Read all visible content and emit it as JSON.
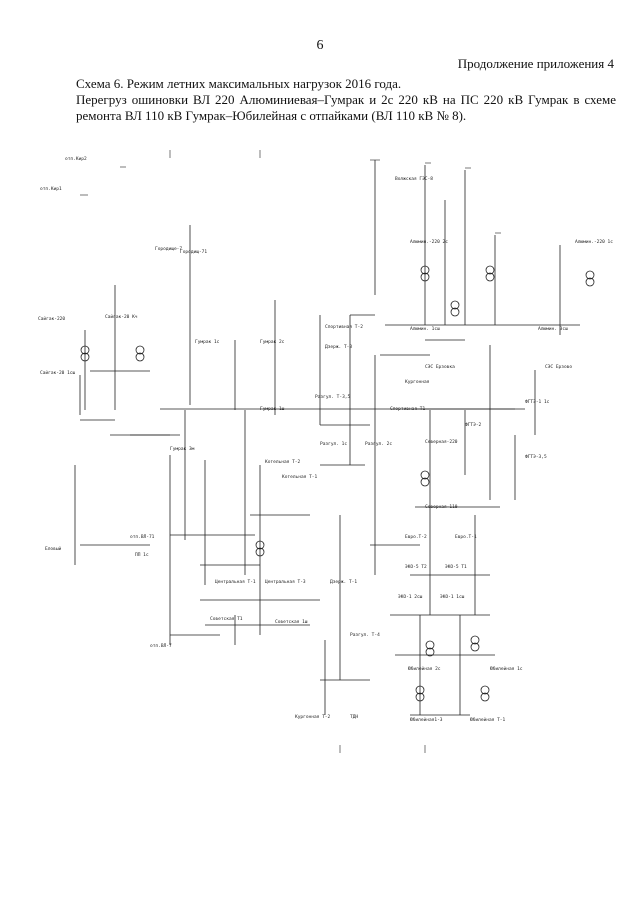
{
  "page": {
    "number": "6",
    "appendix": "Продолжение приложения 4"
  },
  "title": {
    "line1": "Схема 6.  Режим летних максимальных нагрузок 2016 года.",
    "line2": "Перегруз ошиновки ВЛ 220 Алюминиевая–Гумрак и 2с 220 кВ на ПС 220 кВ Гумрак в схеме",
    "line3": "ремонта ВЛ 110 кВ Гумрак–Юбилейная с отпайками (ВЛ 110 кВ №  8)."
  },
  "diagram": {
    "labels": [
      "отп.Кир2",
      "отп.Кир1",
      "Городище-7",
      "Городищ-71",
      "Сайгак-220",
      "Сайгак-20 Кч",
      "Сайгак-20 1сш",
      "Гумрак 1с",
      "Гумрак 2с",
      "Гумрак 1ш",
      "Спортивная Т-2",
      "Алюмин. 1сш",
      "Алюмин. 3сш",
      "СЭС Ерзовка",
      "СЭС Ерзово",
      "Спортивная Т1",
      "ФГТЭ-1 1с",
      "ФГТЭ-2",
      "ФГТЭ-3,5",
      "Северная-220",
      "Северная-110",
      "Котельная Т-2",
      "Котельная Т-1",
      "Кургонная",
      "Дзерж. Т-3",
      "Разгул. Т-3,5",
      "Разгул. 1с",
      "Разгул. 2с",
      "Гумрак Зм",
      "отп.ВЛ-71",
      "ПП 1с",
      "Еловый",
      "Центральная Т-1",
      "Центральная Т-3",
      "Советская Т1",
      "Советская 1ш",
      "Дзерж. Т-1",
      "Разгул. Т-4",
      "Евро.Т-2",
      "Евро.Т-1",
      "ЭКО-5 Т2",
      "ЭКО-5 Т1",
      "ЭКО-1 2сш",
      "ЭКО-1 1сш",
      "Юбилейная 2с",
      "Юбилейная 1с",
      "Юбилейная1-3",
      "Юбилейная Т-1",
      "Кургонная Т-2",
      "ТДН",
      "Волжская ГЭС-8",
      "Алюмин.-220 2с",
      "Алюмин.-220 1с",
      "отп.ВЛ-7"
    ]
  }
}
